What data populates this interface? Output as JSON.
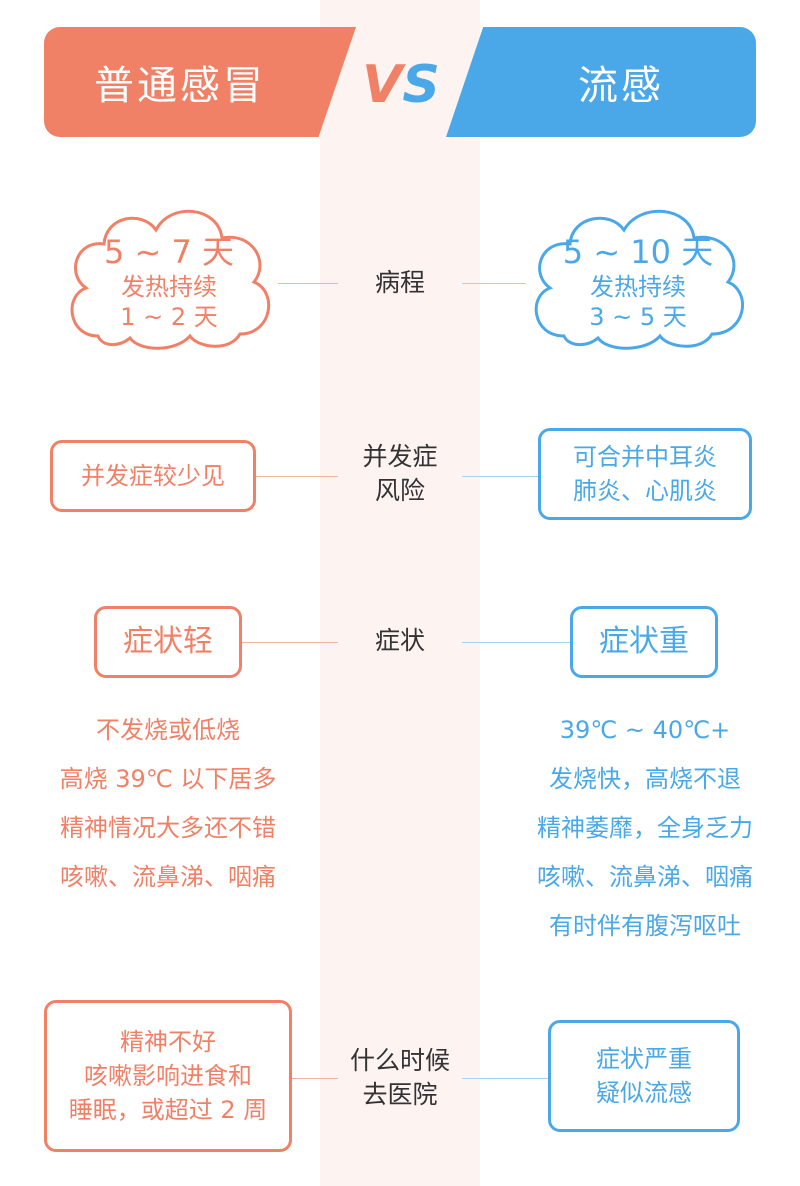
{
  "header": {
    "left_title": "普通感冒",
    "vs_v": "V",
    "vs_s": "S",
    "right_title": "流感"
  },
  "course": {
    "label": "病程",
    "left": {
      "days": "5 ~ 7 天",
      "fever_label": "发热持续",
      "fever_days": "1 ~ 2 天"
    },
    "right": {
      "days": "5 ~ 10 天",
      "fever_label": "发热持续",
      "fever_days": "3 ~ 5 天"
    }
  },
  "complication": {
    "label_line1": "并发症",
    "label_line2": "风险",
    "left": "并发症较少见",
    "right_line1": "可合并中耳炎",
    "right_line2": "肺炎、心肌炎"
  },
  "symptoms": {
    "label": "症状",
    "left_title": "症状轻",
    "right_title": "症状重",
    "left_items": [
      "不发烧或低烧",
      "高烧 39℃ 以下居多",
      "精神情况大多还不错",
      "咳嗽、流鼻涕、咽痛"
    ],
    "right_items": [
      "39℃ ~ 40℃+",
      "发烧快，高烧不退",
      "精神萎靡，全身乏力",
      "咳嗽、流鼻涕、咽痛",
      "有时伴有腹泻呕吐"
    ]
  },
  "hospital": {
    "label_line1": "什么时候",
    "label_line2": "去医院",
    "left_lines": [
      "精神不好",
      "咳嗽影响进食和",
      "睡眠，或超过 2 周"
    ],
    "right_lines": [
      "症状严重",
      "疑似流感"
    ]
  },
  "colors": {
    "left_accent": "#f08167",
    "right_accent": "#4aa8e8"
  }
}
